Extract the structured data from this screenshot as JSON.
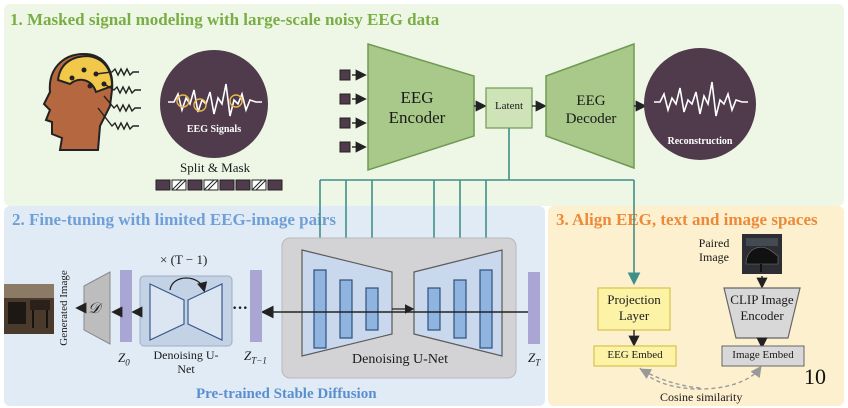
{
  "panels": {
    "p1_title": "1. Masked signal modeling with large-scale noisy EEG data",
    "p2_title": "2. Fine-tuning with limited EEG-image pairs",
    "p3_title": "3. Align EEG, text and image spaces"
  },
  "stage1": {
    "eeg_signals": "EEG Signals",
    "split_mask": "Split & Mask",
    "encoder": "EEG Encoder",
    "latent": "Latent",
    "decoder": "EEG Decoder",
    "reconstruction": "Reconstruction"
  },
  "stage2": {
    "generated_image": "Generated Image",
    "decoder_symbol": "𝒟",
    "z0": "Z",
    "z0_sub": "0",
    "repeat": "× (T − 1)",
    "denoising_unet_small": "Denoising U-Net",
    "zt1": "Z",
    "zt1_sub": "T−1",
    "ellipsis": "···",
    "denoising_unet": "Denoising U-Net",
    "zt": "Z",
    "zt_sub": "T",
    "pretrained": "Pre-trained Stable Diffusion"
  },
  "stage3": {
    "paired_image": "Paired Image",
    "projection": "Projection Layer",
    "clip_encoder": "CLIP Image Encoder",
    "eeg_embed": "EEG Embed",
    "image_embed": "Image Embed",
    "cosine": "Cosine similarity"
  },
  "page_number": "10",
  "colors": {
    "panel1": "#eef7e6",
    "panel2": "#e1ebf6",
    "panel3": "#fdf0cf",
    "encoder_green": "#a9c98a",
    "arrow_teal": "#3f8f8a",
    "unet_blue": "#8fb4e0",
    "latent_purple": "#a9a6d4",
    "projection_yellow": "#fdf3a6",
    "circle_bg": "#4f3b4b"
  }
}
